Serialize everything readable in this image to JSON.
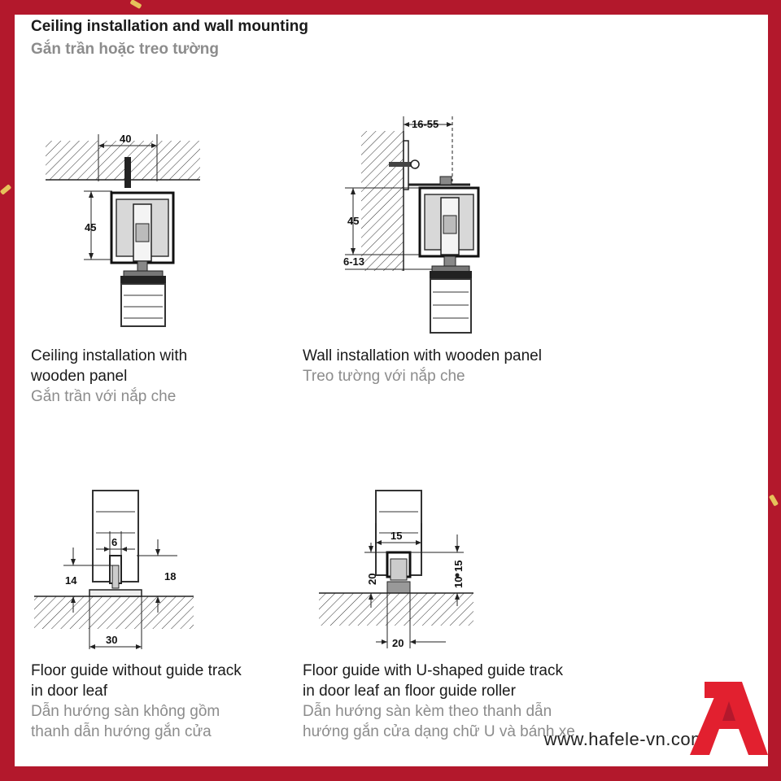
{
  "header": {
    "title": "Ceiling installation and wall mounting",
    "subtitle": "Gắn trần hoặc treo tường"
  },
  "figures": {
    "ceiling": {
      "dim_width": "40",
      "dim_height": "45",
      "caption_en_1": "Ceiling installation with",
      "caption_en_2": "wooden panel",
      "caption_vi_1": "Gắn trần với nắp che"
    },
    "wall": {
      "dim_offset": "16-55",
      "dim_height": "45",
      "dim_gap": "6-13",
      "caption_en_1": "Wall installation with wooden panel",
      "caption_vi_1": "Treo tường với nắp che"
    },
    "floor_no_track": {
      "dim_slot": "6",
      "dim_left": "14",
      "dim_right": "18",
      "dim_base": "30",
      "caption_en_1": "Floor guide without guide track",
      "caption_en_2": "in door leaf",
      "caption_vi_1": "Dẫn hướng sàn không gồm",
      "caption_vi_2": "thanh dẫn hướng gắn cửa"
    },
    "floor_u_track": {
      "dim_track": "15",
      "dim_height": "20",
      "dim_inner": "15",
      "dim_min": "10",
      "dim_base": "20",
      "caption_en_1": "Floor guide with U-shaped guide track",
      "caption_en_2": "in door leaf an floor guide roller",
      "caption_vi_1": "Dẫn hướng sàn kèm theo thanh dẫn",
      "caption_vi_2": "hướng gắn cửa dạng chữ U và bánh xe"
    }
  },
  "footer": {
    "website": "www.hafele-vn.com"
  },
  "colors": {
    "background": "#b3182c",
    "logo": "#e2202f",
    "confetti": "#e6c15a"
  }
}
